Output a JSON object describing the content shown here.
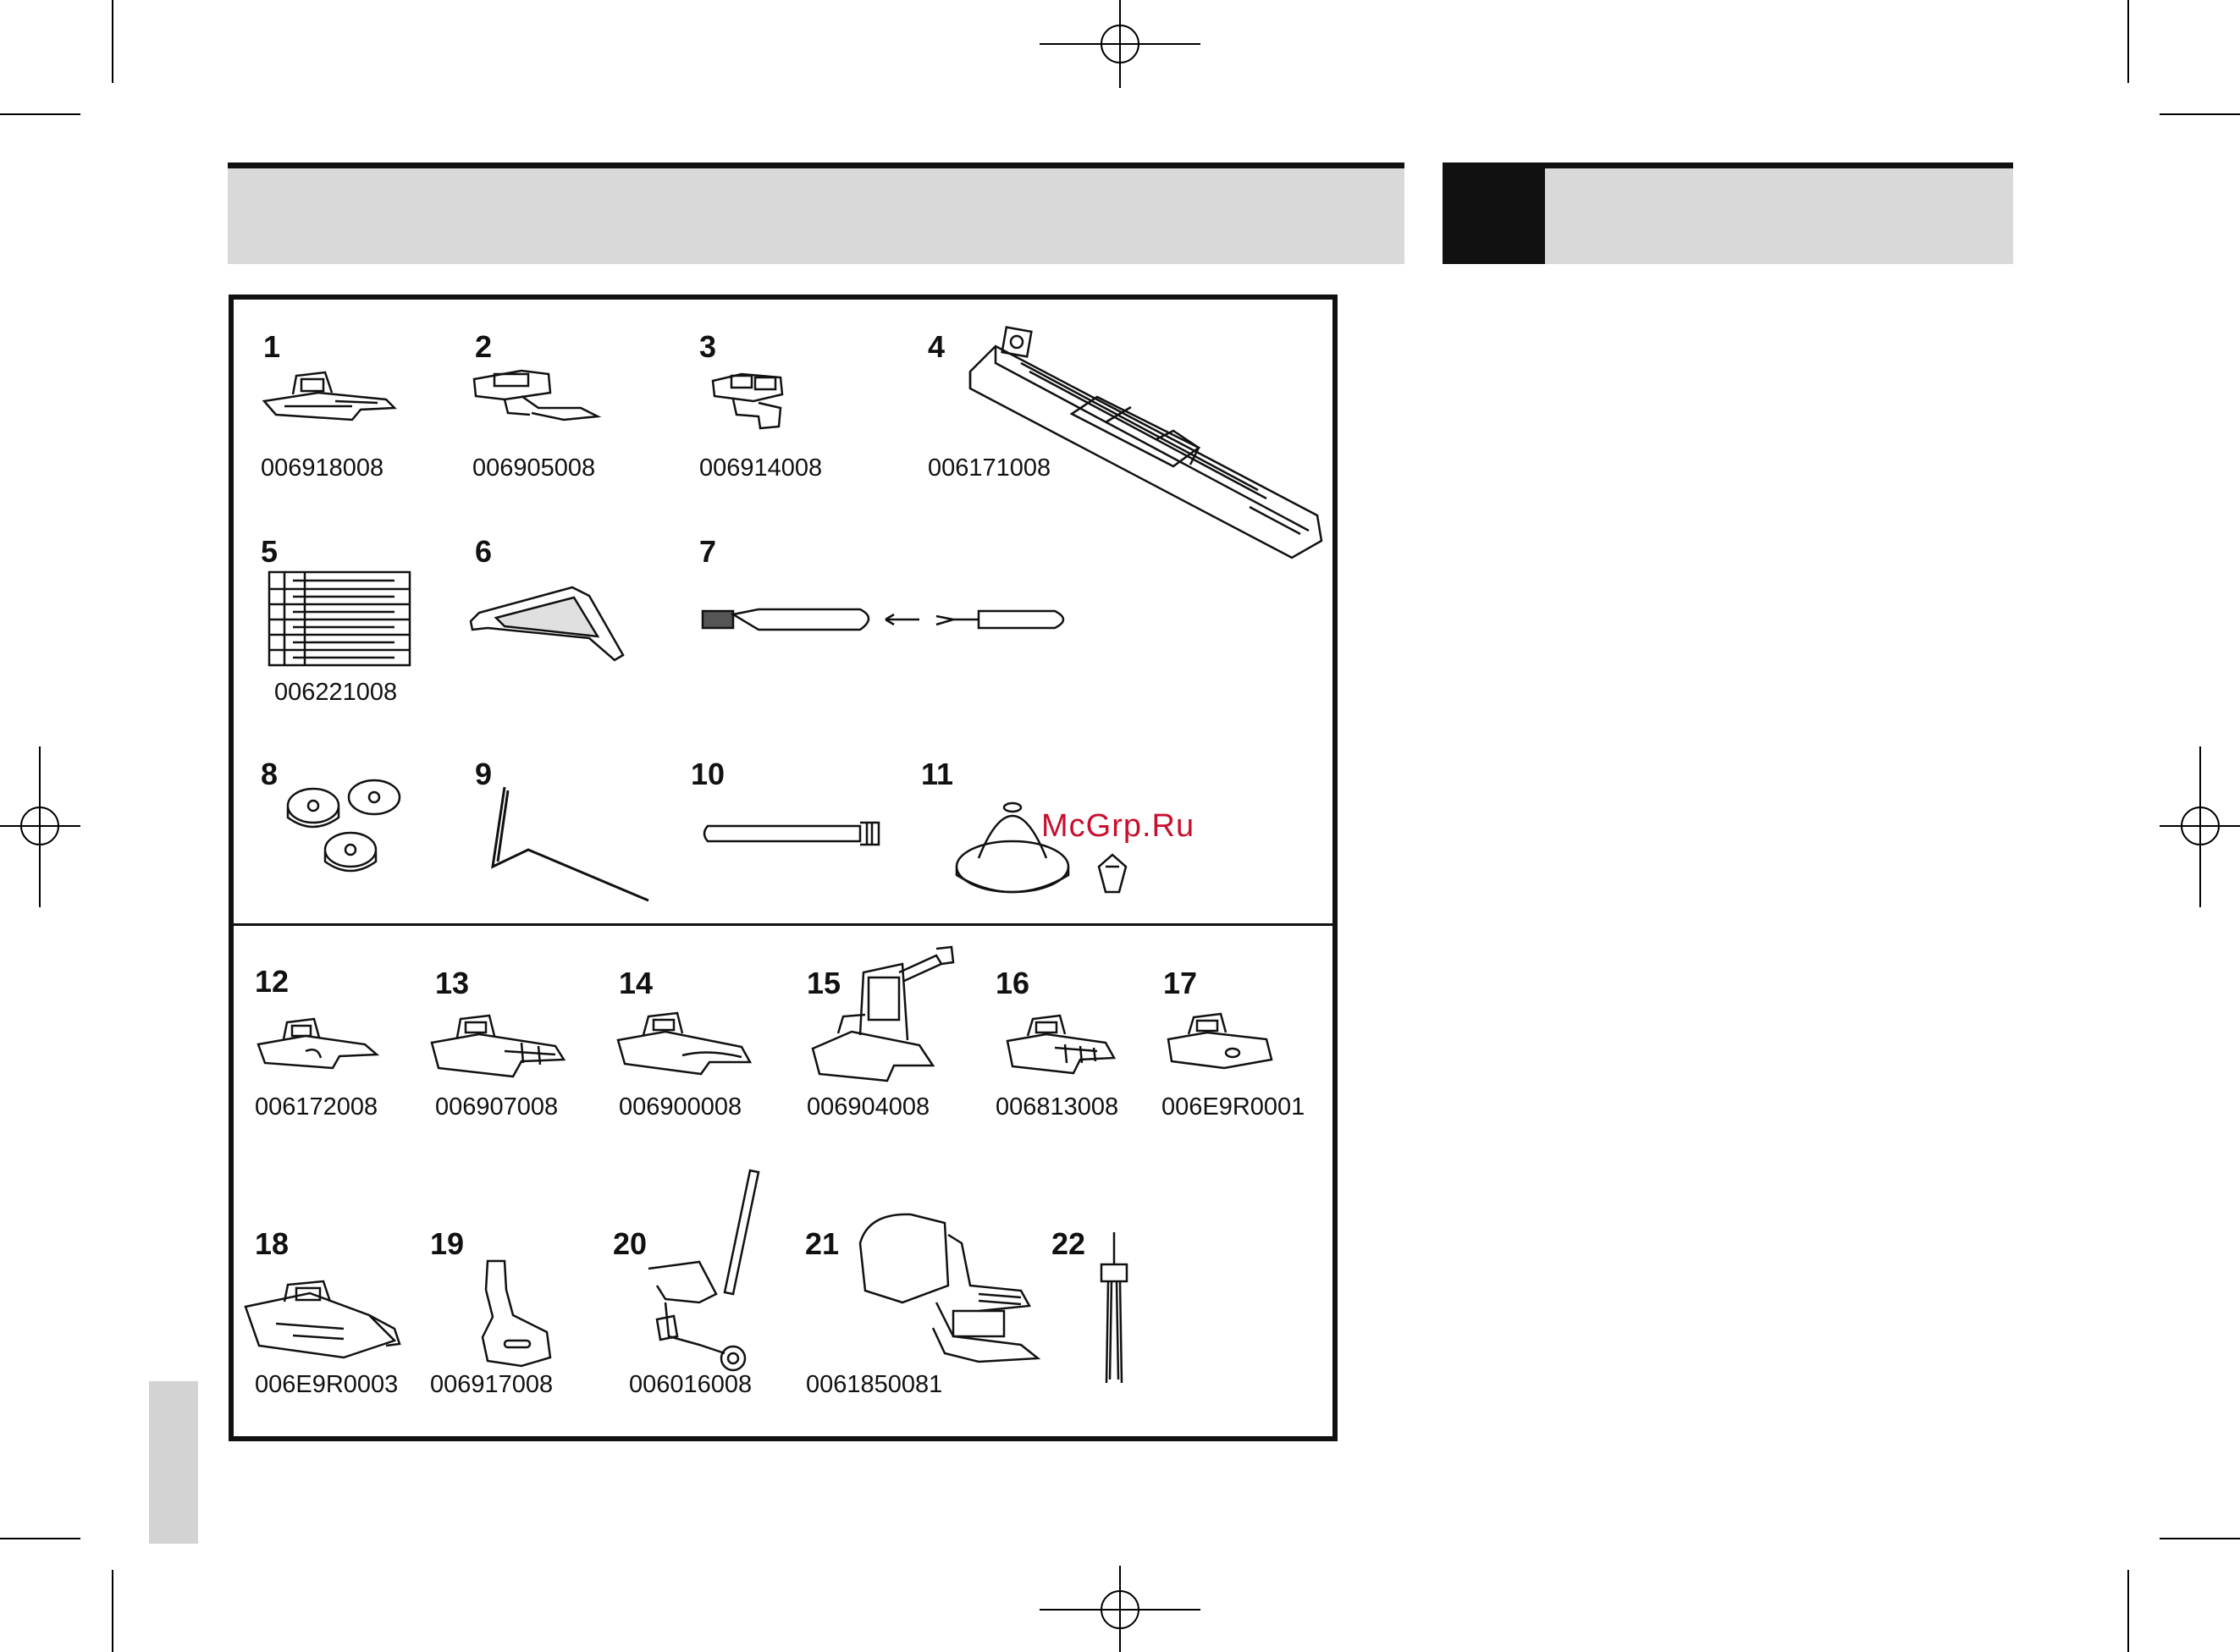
{
  "accessories": [
    {
      "number": "1",
      "part_no": "006918008",
      "icon": "zigzag-foot-icon"
    },
    {
      "number": "2",
      "part_no": "006905008",
      "icon": "zipper-foot-icon"
    },
    {
      "number": "3",
      "part_no": "006914008",
      "icon": "satin-stitch-foot-icon"
    },
    {
      "number": "4",
      "part_no": "006171008",
      "icon": "buttonhole-foot-icon"
    },
    {
      "number": "5",
      "part_no": "006221008",
      "icon": "needle-pack-icon"
    },
    {
      "number": "6",
      "part_no": "",
      "icon": "edge-guide-icon"
    },
    {
      "number": "7",
      "part_no": "",
      "icon": "brush-seam-ripper-icon"
    },
    {
      "number": "8",
      "part_no": "",
      "icon": "bobbins-icon"
    },
    {
      "number": "9",
      "part_no": "",
      "icon": "quilting-guide-icon"
    },
    {
      "number": "10",
      "part_no": "",
      "icon": "spool-pin-icon"
    },
    {
      "number": "11",
      "part_no": "",
      "icon": "spool-cap-icon"
    },
    {
      "number": "12",
      "part_no": "006172008",
      "icon": "presser-foot-icon"
    },
    {
      "number": "13",
      "part_no": "006907008",
      "icon": "blind-hem-foot-icon"
    },
    {
      "number": "14",
      "part_no": "006900008",
      "icon": "rolled-hem-foot-icon"
    },
    {
      "number": "15",
      "part_no": "006904008",
      "icon": "overcasting-foot-icon"
    },
    {
      "number": "16",
      "part_no": "006813008",
      "icon": "cording-foot-icon"
    },
    {
      "number": "17",
      "part_no": "006E9R0001",
      "icon": "applique-foot-icon"
    },
    {
      "number": "18",
      "part_no": "006E9R0003",
      "icon": "quarter-inch-foot-icon"
    },
    {
      "number": "19",
      "part_no": "006917008",
      "icon": "straight-stitch-foot-icon"
    },
    {
      "number": "20",
      "part_no": "006016008",
      "icon": "darning-foot-icon"
    },
    {
      "number": "21",
      "part_no": "0061850081",
      "icon": "walking-foot-icon"
    },
    {
      "number": "22",
      "part_no": "",
      "icon": "twin-needle-icon"
    }
  ],
  "watermark": "McGrp.Ru",
  "colors": {
    "banner": "#d9d9d9",
    "banner_dark": "#111111",
    "watermark": "#c8102e",
    "side_tab": "#d3d3d3"
  }
}
